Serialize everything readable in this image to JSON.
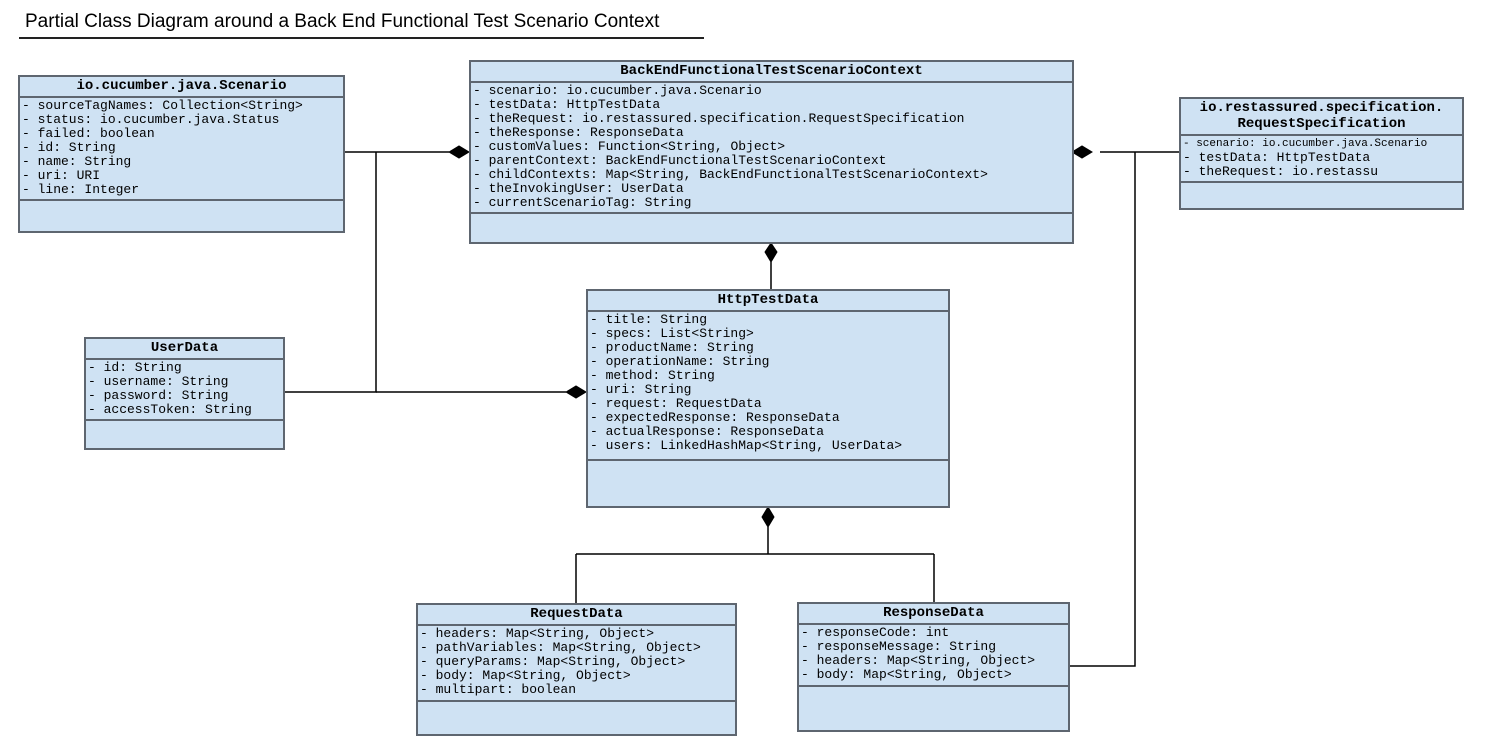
{
  "title": "Partial Class Diagram around a Back End Functional Test Scenario Context",
  "colors": {
    "class_fill": "#cfe2f3",
    "class_border": "#5e6670",
    "line": "#000000"
  },
  "classes": {
    "scenario": {
      "name": "io.cucumber.java.Scenario",
      "attributes": [
        "- sourceTagNames: Collection<String>",
        "- status: io.cucumber.java.Status",
        "- failed: boolean",
        "- id: String",
        "- name: String",
        "- uri: URI",
        "- line: Integer"
      ]
    },
    "context": {
      "name": "BackEndFunctionalTestScenarioContext",
      "attributes": [
        "- scenario: io.cucumber.java.Scenario",
        "- testData: HttpTestData",
        "- theRequest: io.restassured.specification.RequestSpecification",
        "- theResponse: ResponseData",
        "- customValues: Function<String, Object>",
        "- parentContext: BackEndFunctionalTestScenarioContext",
        "- childContexts: Map<String, BackEndFunctionalTestScenarioContext>",
        "- theInvokingUser: UserData",
        "- currentScenarioTag: String"
      ]
    },
    "request_spec": {
      "name_line1": "io.restassured.specification.",
      "name_line2": "RequestSpecification",
      "attributes": [
        "- scenario: io.cucumber.java.Scenario",
        "- testData: HttpTestData",
        "- theRequest: io.restassu"
      ]
    },
    "user_data": {
      "name": "UserData",
      "attributes": [
        "- id: String",
        "- username: String",
        "- password: String",
        "- accessToken: String"
      ]
    },
    "http_test_data": {
      "name": "HttpTestData",
      "attributes": [
        "- title: String",
        "- specs: List<String>",
        "- productName: String",
        "- operationName: String",
        "- method: String",
        "- uri: String",
        "- request: RequestData",
        "- expectedResponse: ResponseData",
        "- actualResponse: ResponseData",
        "- users: LinkedHashMap<String, UserData>"
      ]
    },
    "request_data": {
      "name": "RequestData",
      "attributes": [
        "- headers: Map<String, Object>",
        "- pathVariables: Map<String, Object>",
        "- queryParams: Map<String, Object>",
        "- body: Map<String, Object>",
        "- multipart: boolean"
      ]
    },
    "response_data": {
      "name": "ResponseData",
      "attributes": [
        "- responseCode: int",
        "- responseMessage: String",
        "- headers: Map<String, Object>",
        "- body: Map<String, Object>"
      ]
    }
  }
}
